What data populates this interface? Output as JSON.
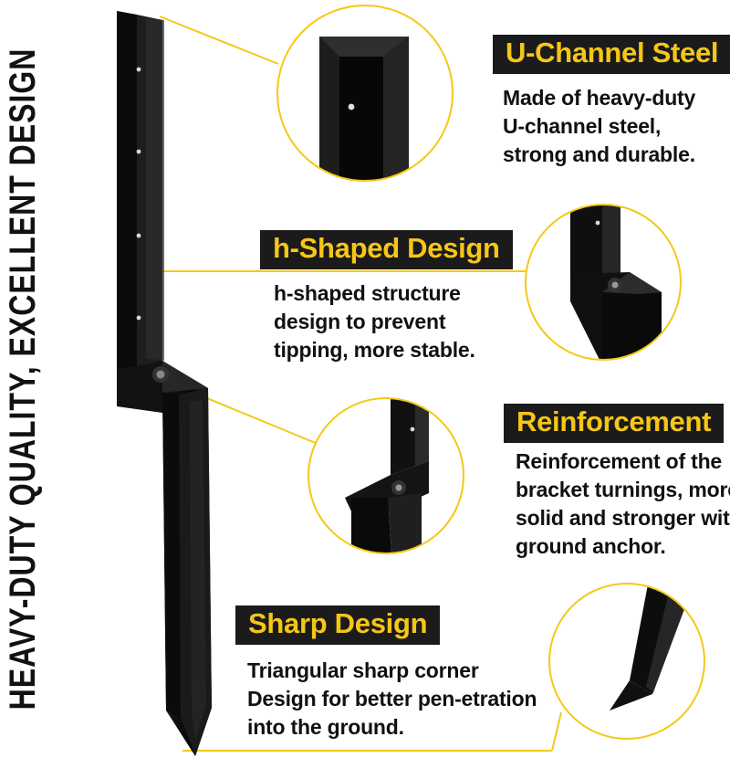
{
  "side_title": "HEAVY-DUTY QUALITY, EXCELLENT DESIGN",
  "colors": {
    "accent": "#f6c617",
    "label_bg": "#1b1b1b",
    "steel": "#0f0f0f",
    "text": "#111111"
  },
  "features": [
    {
      "title": "U-Channel Steel",
      "lines": [
        "Made of heavy-duty",
        "U-channel steel,",
        "strong and durable."
      ]
    },
    {
      "title": "h-Shaped Design",
      "lines": [
        "h-shaped structure",
        "design to prevent",
        "tipping, more stable."
      ]
    },
    {
      "title": "Reinforcement",
      "lines": [
        "Reinforcement of the",
        "bracket turnings, more",
        "solid and stronger with",
        "ground anchor."
      ]
    },
    {
      "title": "Sharp Design",
      "lines": [
        "Triangular sharp corner",
        "Design for better pen-etration",
        "into the ground."
      ]
    }
  ]
}
